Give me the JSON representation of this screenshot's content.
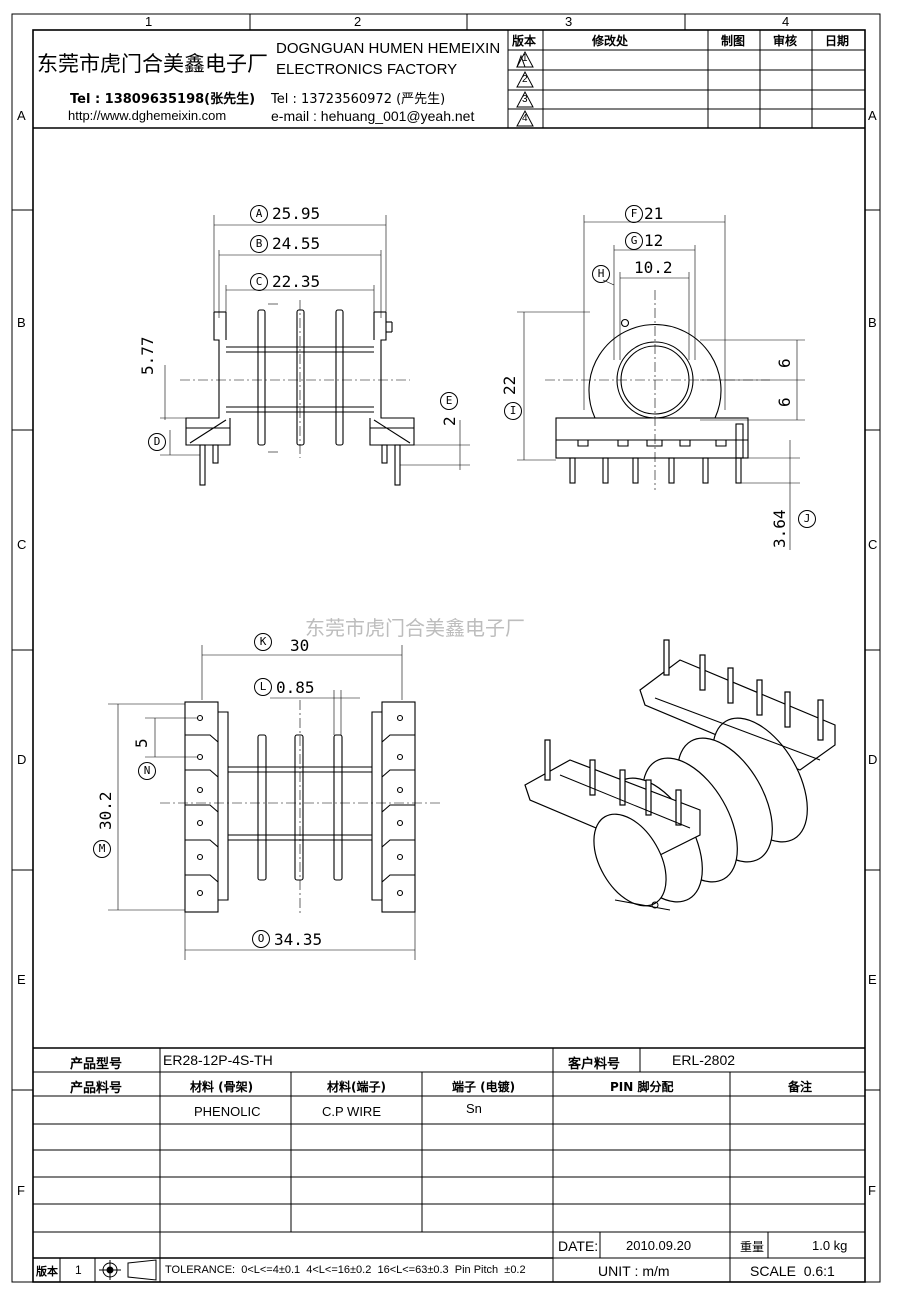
{
  "grid": {
    "columns": [
      "1",
      "2",
      "3",
      "4"
    ],
    "rows": [
      "A",
      "B",
      "C",
      "D",
      "E",
      "F"
    ]
  },
  "company": {
    "name_cn": "东莞市虎门合美鑫电子厂",
    "name_en_line1": "DOGNGUAN HUMEN HEMEIXIN",
    "name_en_line2": "ELECTRONICS FACTORY",
    "tel1": "Tel : 13809635198(张先生)",
    "tel2": "Tel : 13723560972 (严先生)",
    "website": "http://www.dghemeixin.com",
    "email": "e-mail : hehuang_001@yeah.net"
  },
  "revision_table": {
    "headers": {
      "version": "版本",
      "change": "修改处",
      "drawn": "制图",
      "review": "审核",
      "date": "日期"
    },
    "revisions": [
      "1",
      "2",
      "3",
      "4"
    ]
  },
  "watermark": "东莞市虎门合美鑫电子厂",
  "dimensions": {
    "A": {
      "letter": "A",
      "value": "25.95"
    },
    "B": {
      "letter": "B",
      "value": "24.55"
    },
    "C": {
      "letter": "C",
      "value": "22.35"
    },
    "D": {
      "letter": "D",
      "value": ""
    },
    "E": {
      "letter": "E",
      "value": "2"
    },
    "F": {
      "letter": "F",
      "value": "21"
    },
    "G": {
      "letter": "G",
      "value": "12"
    },
    "H": {
      "letter": "H",
      "value": "10.2"
    },
    "I": {
      "letter": "I",
      "value": "22"
    },
    "J": {
      "letter": "J",
      "value": "3.64"
    },
    "K": {
      "letter": "K",
      "value": "30"
    },
    "L": {
      "letter": "L",
      "value": "0.85"
    },
    "M": {
      "letter": "M",
      "value": "30.2"
    },
    "N": {
      "letter": "N",
      "value": "5"
    },
    "O": {
      "letter": "O",
      "value": "34.35"
    },
    "front_height": "5.77",
    "side_six_top": "6",
    "side_six_bottom": "6"
  },
  "title_block": {
    "product_model_label": "产品型号",
    "product_model": "ER28-12P-4S-TH",
    "customer_part_label": "客户料号",
    "customer_part": "ERL-2802",
    "product_part_label": "产品料号",
    "material_bobbin_label": "材料 (骨架)",
    "material_terminal_label": "材料(端子)",
    "terminal_plating_label": "端子 (电镀)",
    "pin_assignment_label": "PIN 脚分配",
    "remarks_label": "备注",
    "material_bobbin": "PHENOLIC",
    "material_terminal": "C.P WIRE",
    "terminal_plating": "Sn",
    "date_label": "DATE:",
    "date": "2010.09.20",
    "weight_label": "重量",
    "weight": "1.0 kg",
    "unit": "UNIT : m/m",
    "scale": "SCALE  0.6:1",
    "version_label": "版本",
    "version": "1",
    "tolerance": "TOLERANCE:  0<L<=4±0.1  4<L<=16±0.2  16<L<=63±0.3  Pin Pitch  ±0.2"
  }
}
